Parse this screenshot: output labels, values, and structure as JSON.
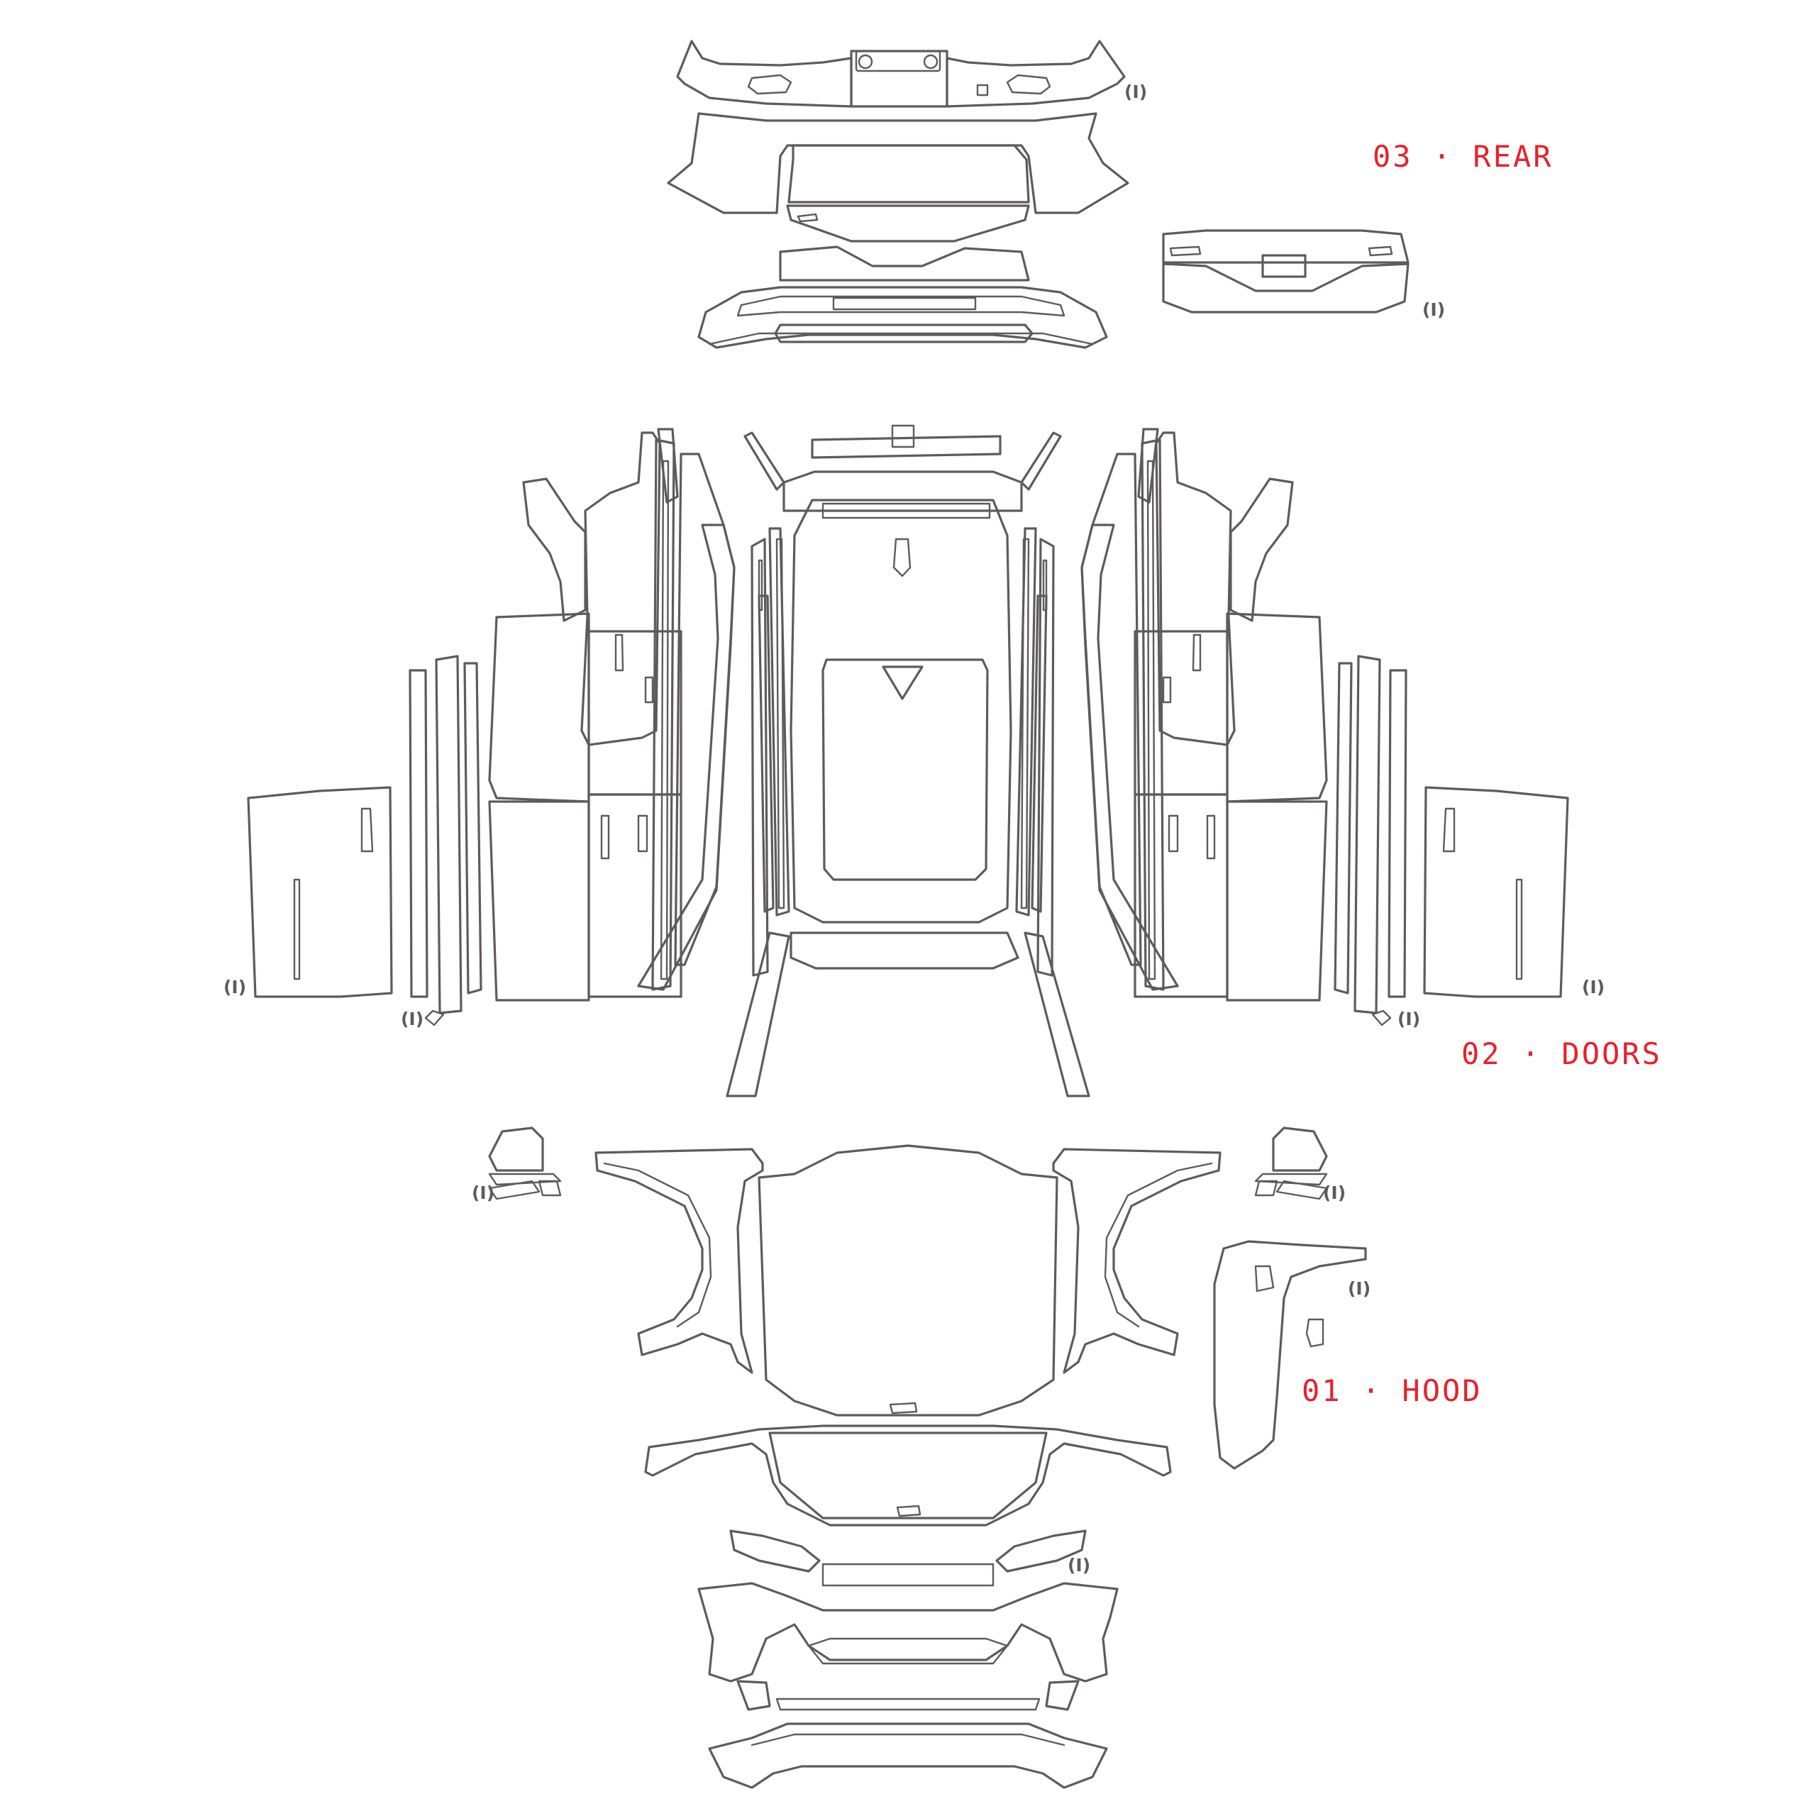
{
  "colors": {
    "outline": "#5f5a5b",
    "label": "#e8212a",
    "background": "#ffffff"
  },
  "sections": {
    "rear": {
      "label": "03 · REAR"
    },
    "doors": {
      "label": "02 · DOORS"
    },
    "hood": {
      "label": "01 · HOOD"
    }
  },
  "markers": {
    "rear_top": "(I)",
    "rear_tailgate": "(I)",
    "door_left_outer": "(I)",
    "door_left_sill": "(I)",
    "door_right_outer": "(I)",
    "door_right_sill": "(I)",
    "mirror_left": "(I)",
    "mirror_right": "(I)",
    "fender_right": "(I)",
    "front_bumper": "(I)"
  }
}
